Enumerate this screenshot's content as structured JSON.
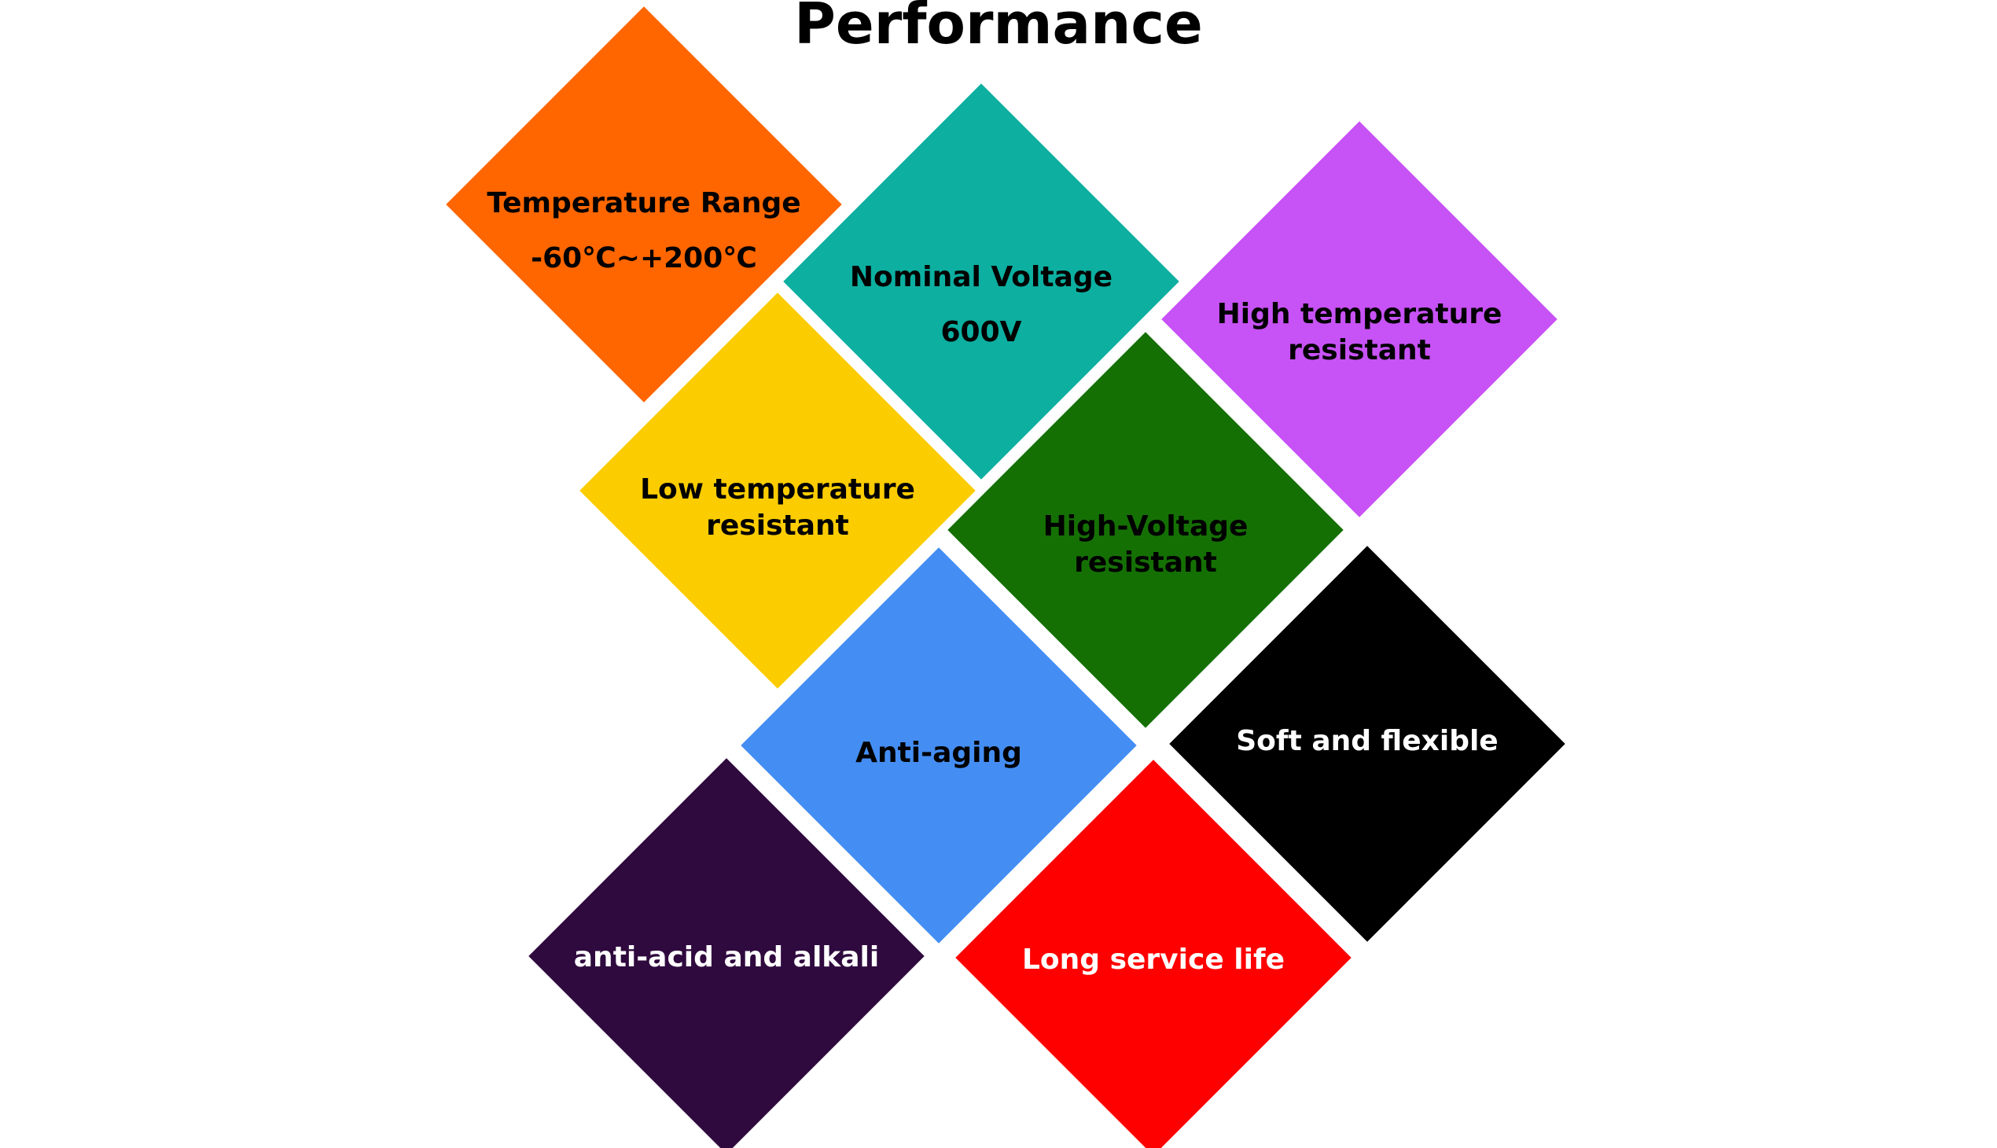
{
  "title": "Performance",
  "tiles": [
    {
      "lines": [
        "Temperature Range",
        "-60℃~+200℃"
      ],
      "color": "#FF6600",
      "text_color": "#000000"
    },
    {
      "lines": [
        "Nominal Voltage",
        "600V"
      ],
      "color": "#0CAFA0",
      "text_color": "#000000"
    },
    {
      "lines": [
        "High temperature",
        "resistant"
      ],
      "color": "#C752F5",
      "text_color": "#000000"
    },
    {
      "lines": [
        "Low temperature",
        "resistant"
      ],
      "color": "#FBCC00",
      "text_color": "#000000"
    },
    {
      "lines": [
        "High-Voltage",
        "resistant"
      ],
      "color": "#157004",
      "text_color": "#000000"
    },
    {
      "lines": [
        "Anti-aging"
      ],
      "color": "#448EF3",
      "text_color": "#000000"
    },
    {
      "lines": [
        "Soft and flexible"
      ],
      "color": "#000000",
      "text_color": "#FFFFFF"
    },
    {
      "lines": [
        "anti-acid and alkali"
      ],
      "color": "#2F0A3E",
      "text_color": "#FFFFFF"
    },
    {
      "lines": [
        "Long service life"
      ],
      "color": "#FF0000",
      "text_color": "#FFFFFF"
    }
  ]
}
